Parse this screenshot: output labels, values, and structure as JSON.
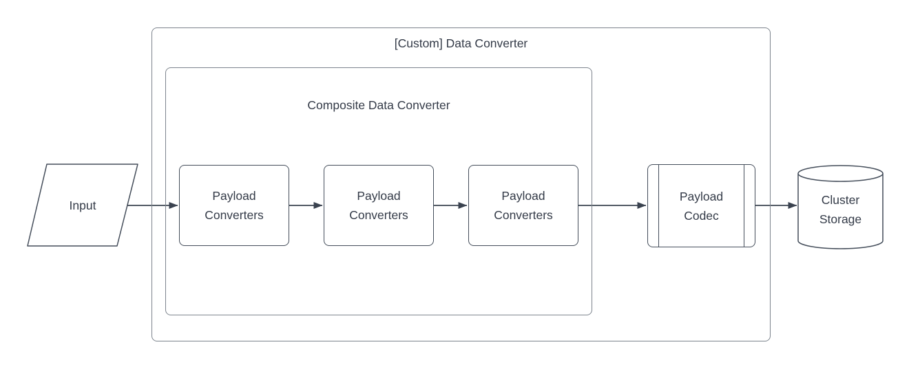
{
  "diagram": {
    "background_color": "#ffffff",
    "container_stroke_color": "#7c838c",
    "shape_stroke_color": "#434c59",
    "arrow_color": "#3a424f",
    "text_color": "#333a47",
    "outer_container": {
      "label": "[Custom] Data Converter"
    },
    "inner_container": {
      "label": "Composite Data Converter"
    },
    "input_node": {
      "label": "Input",
      "shape": "parallelogram"
    },
    "payload_converters": [
      {
        "label": "Payload Converters"
      },
      {
        "label": "Payload Converters"
      },
      {
        "label": "Payload Converters"
      }
    ],
    "payload_codec": {
      "label": "Payload Codec",
      "shape": "predefined-process"
    },
    "cluster_storage": {
      "label": "Cluster Storage",
      "shape": "cylinder"
    },
    "flow": "Input -> Payload Converters -> Payload Converters -> Payload Converters -> Payload Codec -> Cluster Storage"
  }
}
